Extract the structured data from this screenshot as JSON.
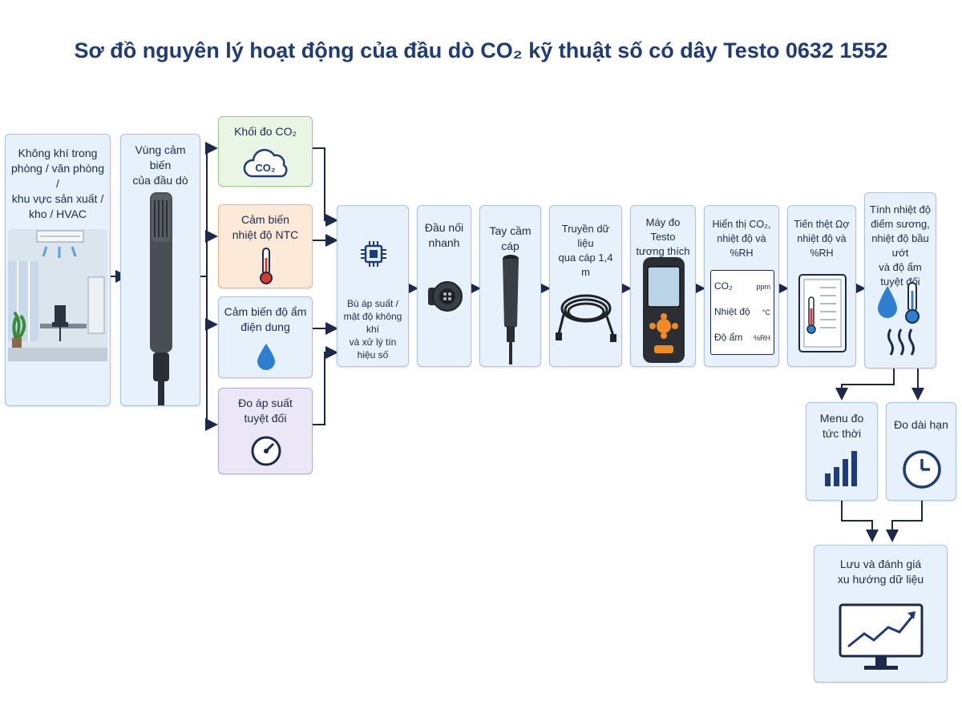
{
  "title": "Sơ đồ nguyên lý hoạt động của đầu dò CO₂ kỹ thuật số có dây Testo 0632 1552",
  "nodes": {
    "air": "Không khí trong\nphòng / văn phòng /\nkhu vực sản xuất /\nkho / HVAC",
    "sensor_zone": "Vùng cảm biến\ncủa đầu dò",
    "co2_block": "Khối đo CO₂",
    "co2_icon_text": "CO₂",
    "ntc": "Cảm biến\nnhiệt độ NTC",
    "humidity": "Cảm biến độ ẩm\nđiện dung",
    "pressure": "Đo áp suất\ntuyệt đối",
    "compensation": "Bù áp suất /\nmật độ không khí\nvà xử lý tín hiệu số",
    "connector": "Đầu nối\nnhanh",
    "handle": "Tay cầm cáp",
    "cable": "Truyền dữ liệu\nqua cáp 1,4 m",
    "meter": "Máy đo Testo\ntương thích",
    "display": "Hiển thị CO₂,\nnhiệt độ và %RH",
    "progress": "Tiến thệt Ωợ\nnhiệt độ và %RH",
    "calc": "Tính nhiệt độ\nđiểm sương,\nnhiệt độ bầu ướt\nvà độ ẩm tuyệt đối",
    "instant": "Menu đo\ntức thời",
    "longterm": "Đo dài hạn",
    "save": "Lưu và đánh giá\nxu hướng dữ liệu"
  },
  "readout": [
    {
      "label": "CO₂",
      "unit": "ppm"
    },
    {
      "label": "Nhiệt độ",
      "unit": "°C"
    },
    {
      "label": "Độ ẩm",
      "unit": "%RH"
    }
  ],
  "colors": {
    "navy": "#1f3c78",
    "line": "#1b2a4a",
    "green_fill": "#eaf6e4",
    "orange_fill": "#fde9d8",
    "blue_fill": "#e6f1fb",
    "purple_fill": "#ece7f6",
    "water": "#2f7fd0",
    "thermo_red": "#d93a2b"
  }
}
